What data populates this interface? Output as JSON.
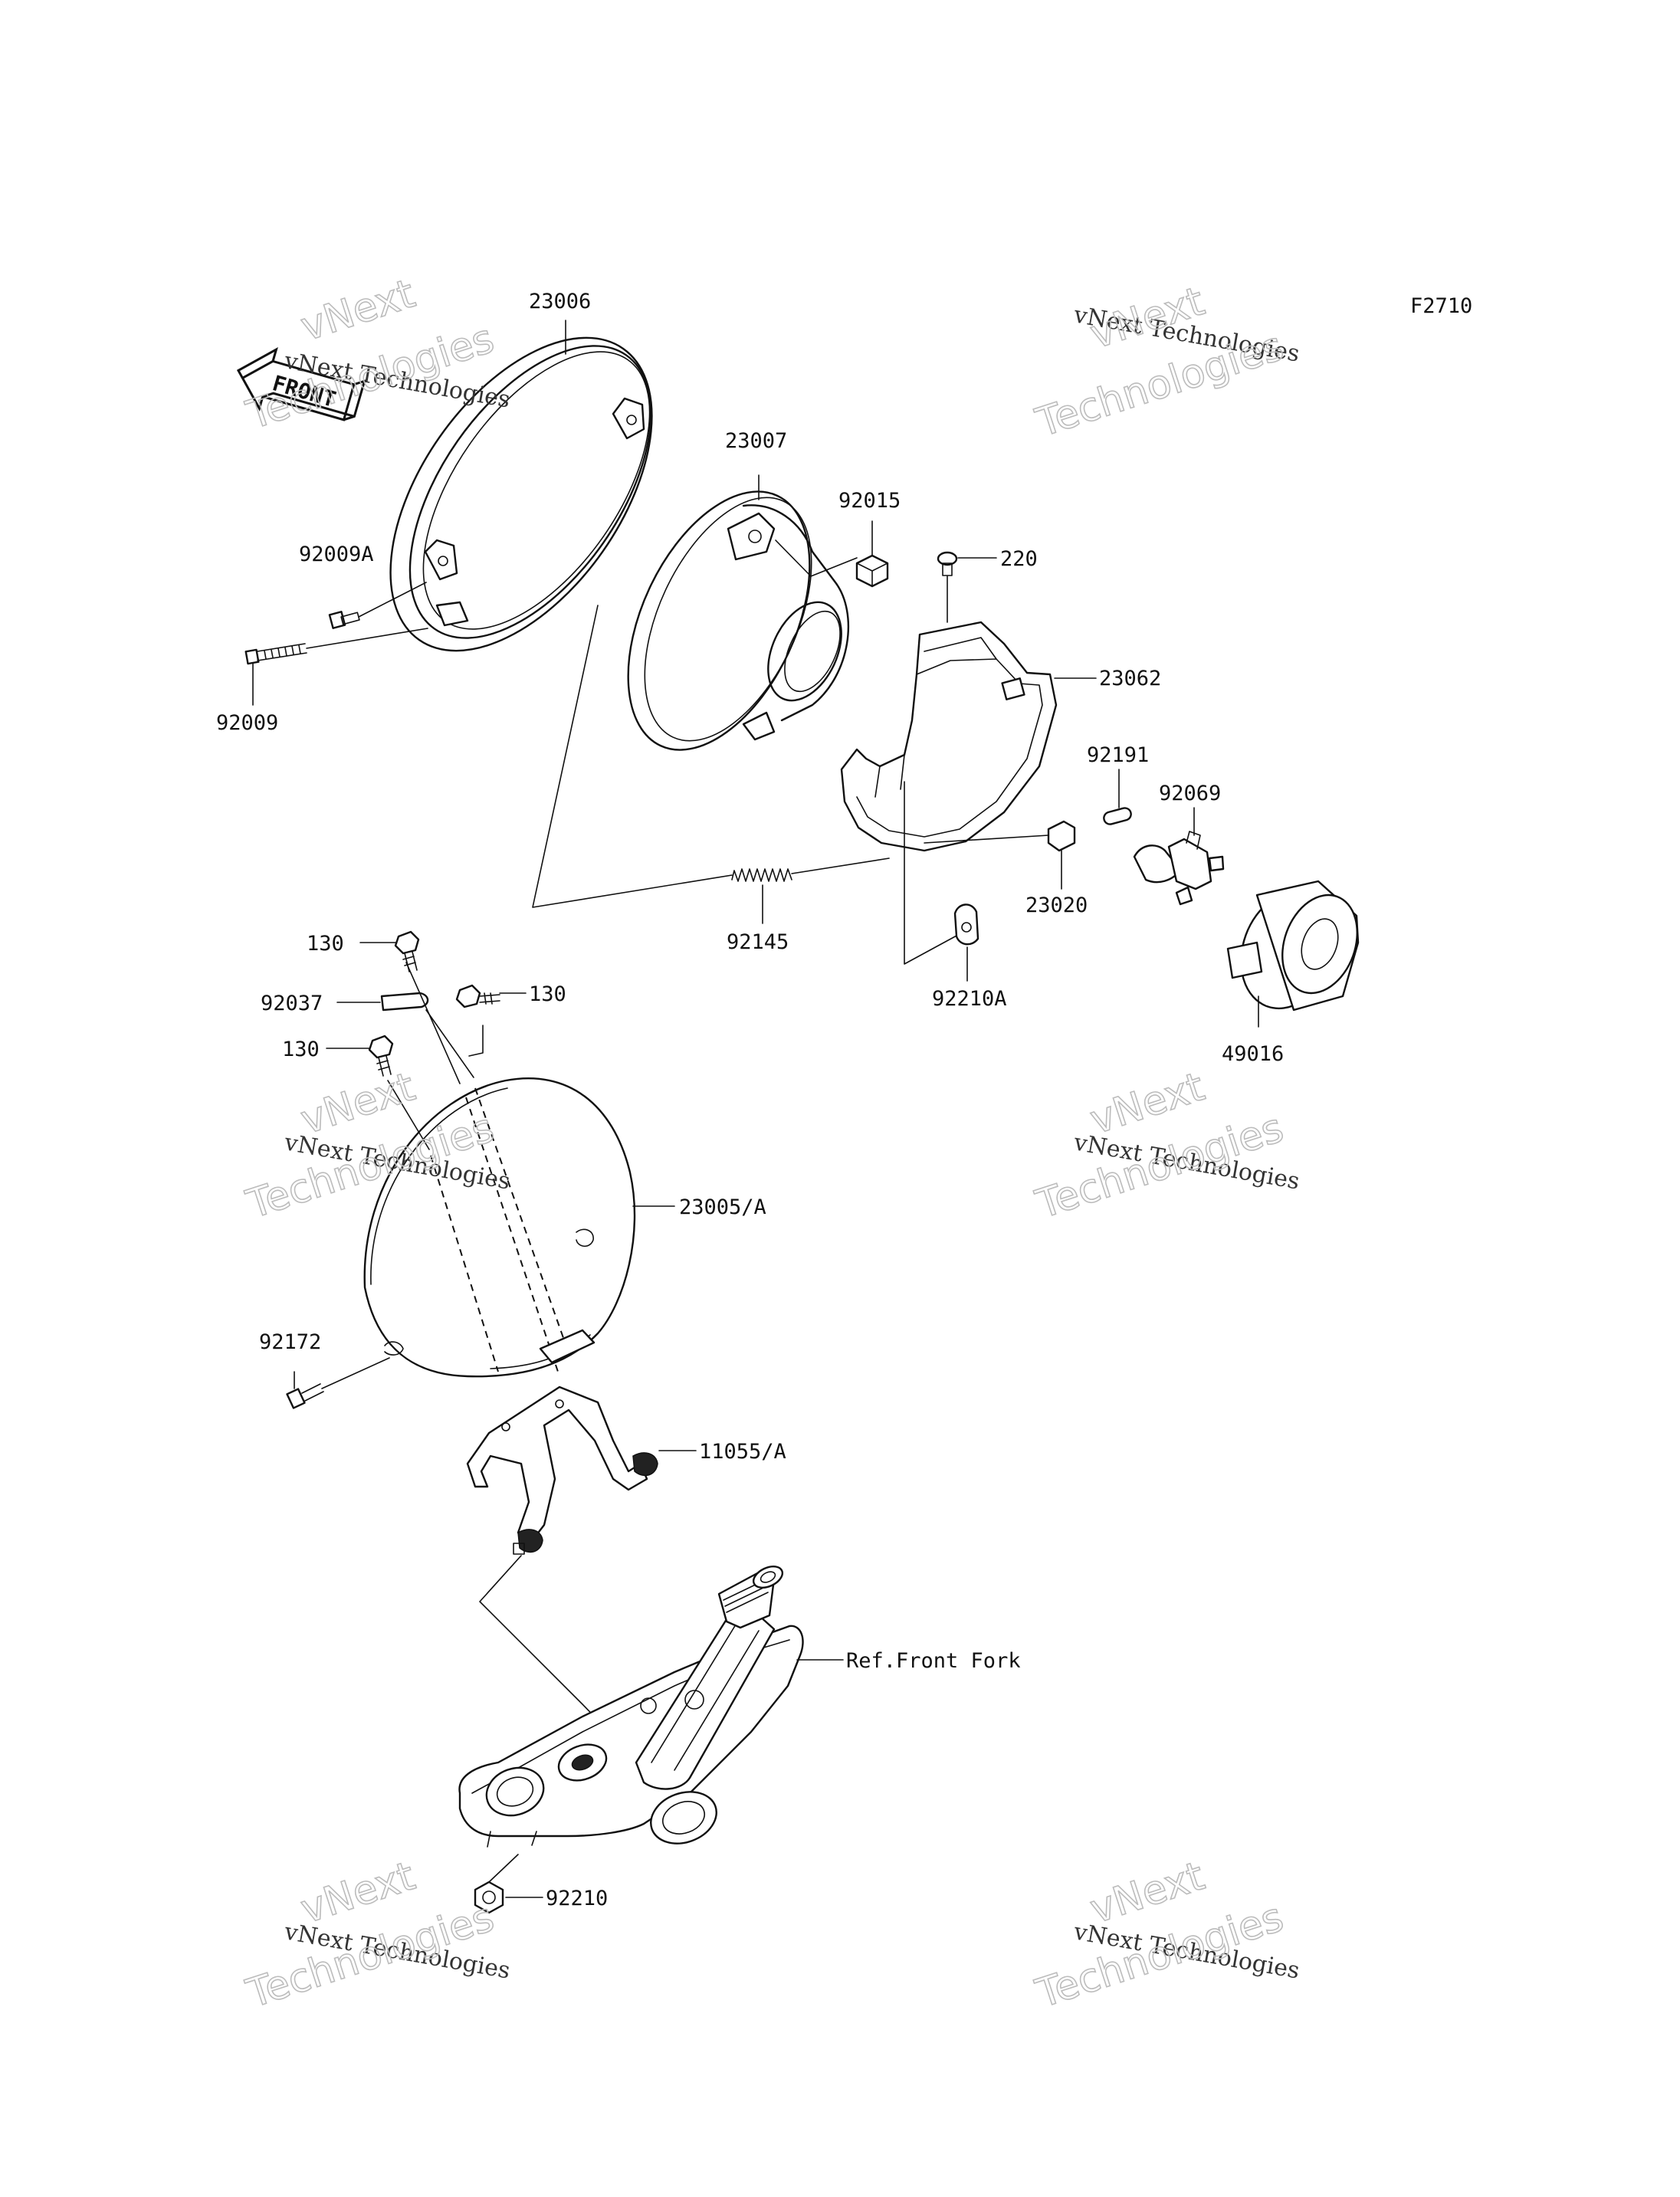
{
  "figure_code": "F2710",
  "front_arrow_label": "FRONT",
  "reference_label": "Ref.Front Fork",
  "watermark": {
    "line1": "vNext Technologies",
    "line2": "vNext",
    "line3": "Technologies"
  },
  "parts": {
    "p23006": "23006",
    "p23007": "23007",
    "p92015": "92015",
    "p220": "220",
    "p23062": "23062",
    "p92009A": "92009A",
    "p92009": "92009",
    "p92191": "92191",
    "p92069": "92069",
    "p23020": "23020",
    "p92145": "92145",
    "p92210A": "92210A",
    "p49016": "49016",
    "p130a": "130",
    "p92037": "92037",
    "p130b": "130",
    "p130c": "130",
    "p23005A": "23005/A",
    "p92172": "92172",
    "p11055A": "11055/A",
    "p92210": "92210"
  }
}
